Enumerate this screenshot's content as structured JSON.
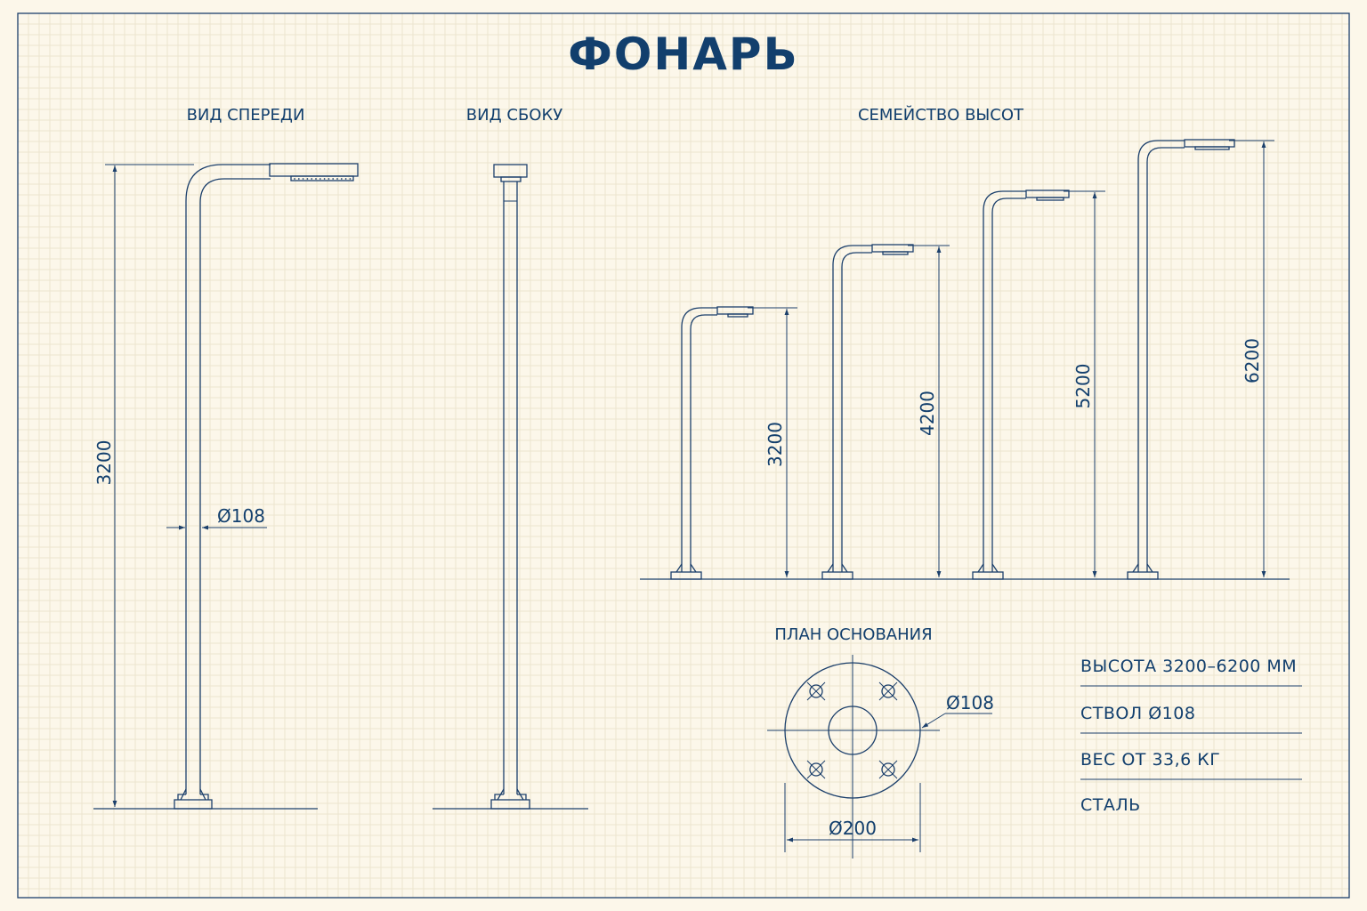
{
  "title": "ФОНАРЬ",
  "views": {
    "front": {
      "label": "ВИД СПЕРЕДИ",
      "height": "3200",
      "diameter": "Ø108"
    },
    "side": {
      "label": "ВИД СБОКУ"
    },
    "family": {
      "label": "СЕМЕЙСТВО ВЫСОТ",
      "heights": [
        "3200",
        "4200",
        "5200",
        "6200"
      ]
    },
    "base_plan": {
      "label": "ПЛАН ОСНОВАНИЯ",
      "inner_diameter": "Ø108",
      "outer_diameter": "Ø200"
    }
  },
  "specs": [
    "ВЫСОТА 3200–6200 ММ",
    "СТВОЛ Ø108",
    "ВЕС ОТ 33,6 КГ",
    "СТАЛЬ"
  ],
  "colors": {
    "ink": "#123f6d",
    "paper": "#fcf7ea",
    "grid": "#ece4cf"
  }
}
